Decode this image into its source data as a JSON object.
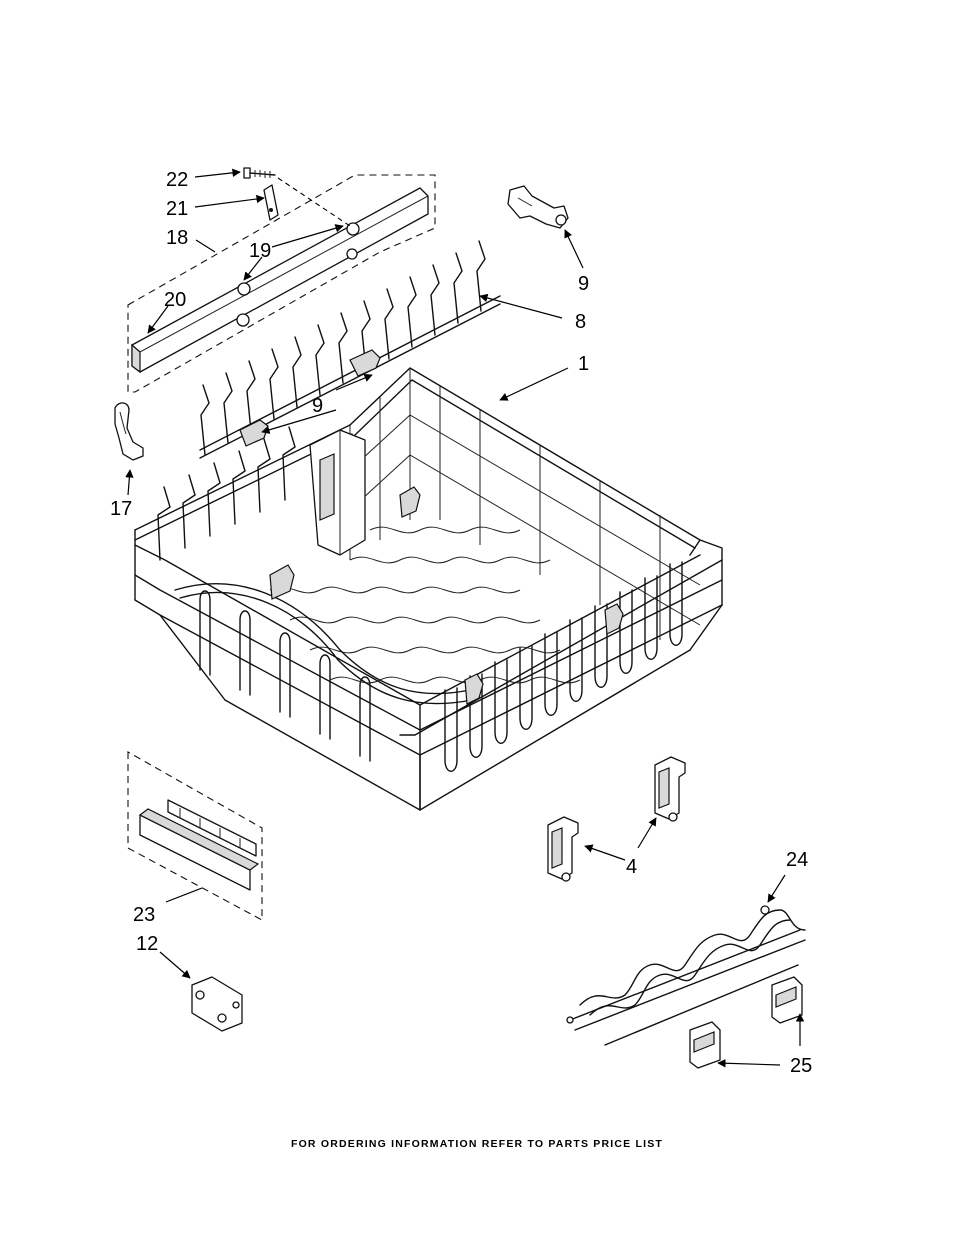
{
  "callouts": {
    "c22": "22",
    "c21": "21",
    "c18": "18",
    "c19": "19",
    "c20": "20",
    "c9a": "9",
    "c8": "8",
    "c1": "1",
    "c9b": "9",
    "c17": "17",
    "c4": "4",
    "c24": "24",
    "c23": "23",
    "c12": "12",
    "c25": "25"
  },
  "footer": "FOR ORDERING INFORMATION REFER TO PARTS PRICE LIST"
}
